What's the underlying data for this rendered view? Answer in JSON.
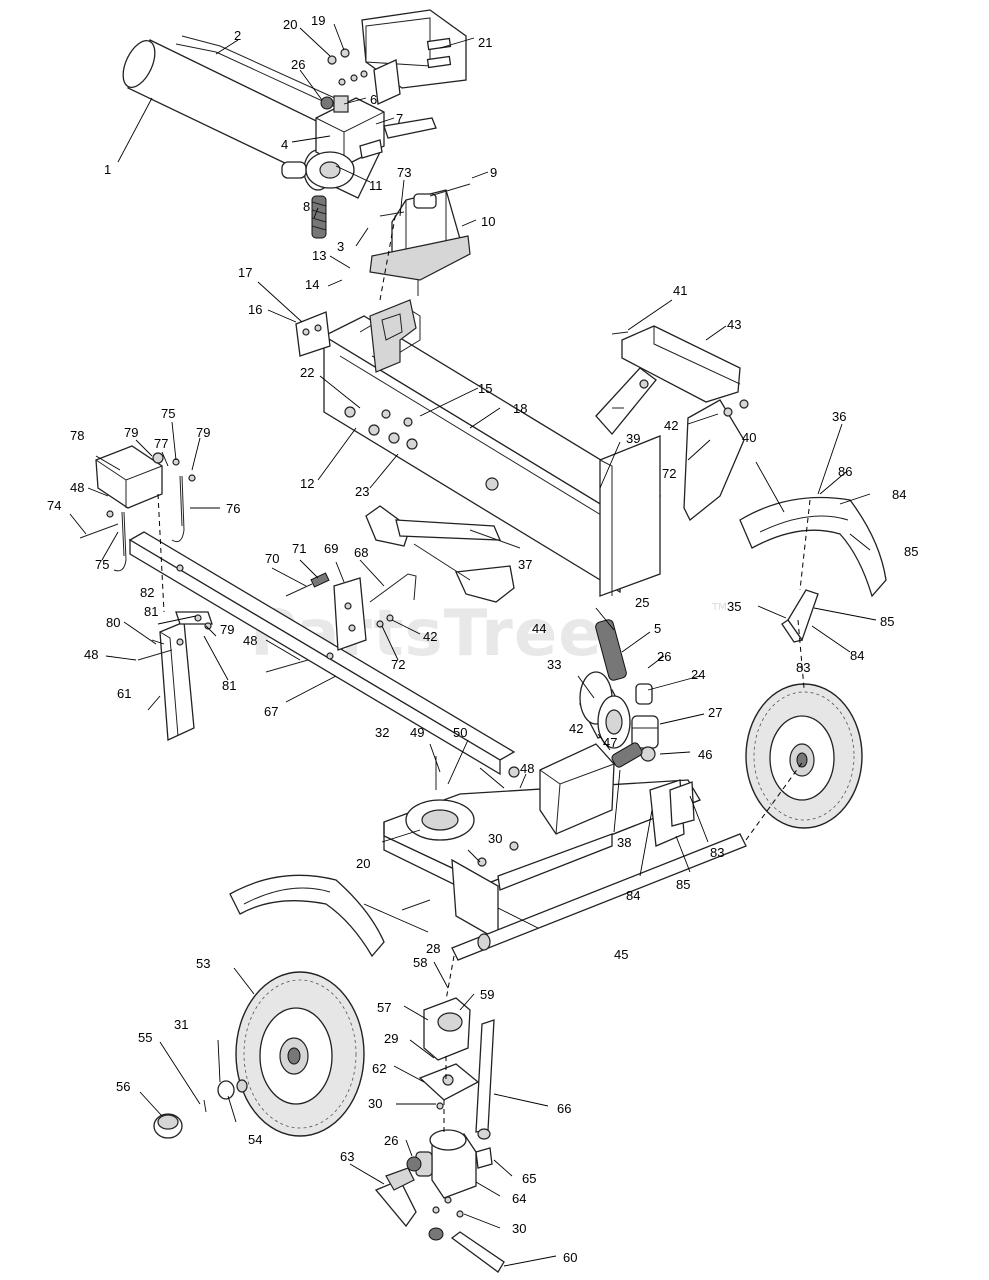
{
  "watermark": {
    "text": "PartsTree",
    "tm": "TM"
  },
  "callouts": {
    "c1": "1",
    "c2": "2",
    "c3": "3",
    "c4": "4",
    "c5": "5",
    "c6": "6",
    "c7": "7",
    "c8": "8",
    "c9": "9",
    "c10": "10",
    "c11": "11",
    "c12": "12",
    "c13": "13",
    "c14": "14",
    "c15": "15",
    "c16": "16",
    "c17": "17",
    "c18": "18",
    "c19": "19",
    "c20a": "20",
    "c20b": "20",
    "c21": "21",
    "c22": "22",
    "c23": "23",
    "c24": "24",
    "c25": "25",
    "c26a": "26",
    "c26b": "26",
    "c26c": "26",
    "c27": "27",
    "c28": "28",
    "c29": "29",
    "c30a": "30",
    "c30b": "30",
    "c30c": "30",
    "c31": "31",
    "c32": "32",
    "c33": "33",
    "c35": "35",
    "c36": "36",
    "c37": "37",
    "c38": "38",
    "c39": "39",
    "c40": "40",
    "c41": "41",
    "c42a": "42",
    "c42b": "42",
    "c42c": "42",
    "c43": "43",
    "c44": "44",
    "c45": "45",
    "c46": "46",
    "c47": "47",
    "c48a": "48",
    "c48b": "48",
    "c48c": "48",
    "c48d": "48",
    "c49": "49",
    "c50": "50",
    "c53": "53",
    "c54": "54",
    "c55": "55",
    "c56": "56",
    "c57": "57",
    "c58": "58",
    "c59": "59",
    "c60": "60",
    "c61": "61",
    "c62": "62",
    "c63": "63",
    "c64": "64",
    "c65": "65",
    "c66": "66",
    "c67": "67",
    "c68": "68",
    "c69": "69",
    "c70": "70",
    "c71": "71",
    "c72a": "72",
    "c72b": "72",
    "c73": "73",
    "c74": "74",
    "c75a": "75",
    "c75b": "75",
    "c76": "76",
    "c77": "77",
    "c78": "78",
    "c79a": "79",
    "c79b": "79",
    "c79c": "79",
    "c80": "80",
    "c81a": "81",
    "c81b": "81",
    "c82": "82",
    "c83a": "83",
    "c83b": "83",
    "c84a": "84",
    "c84b": "84",
    "c84c": "84",
    "c85a": "85",
    "c85b": "85",
    "c85c": "85",
    "c86": "86"
  }
}
